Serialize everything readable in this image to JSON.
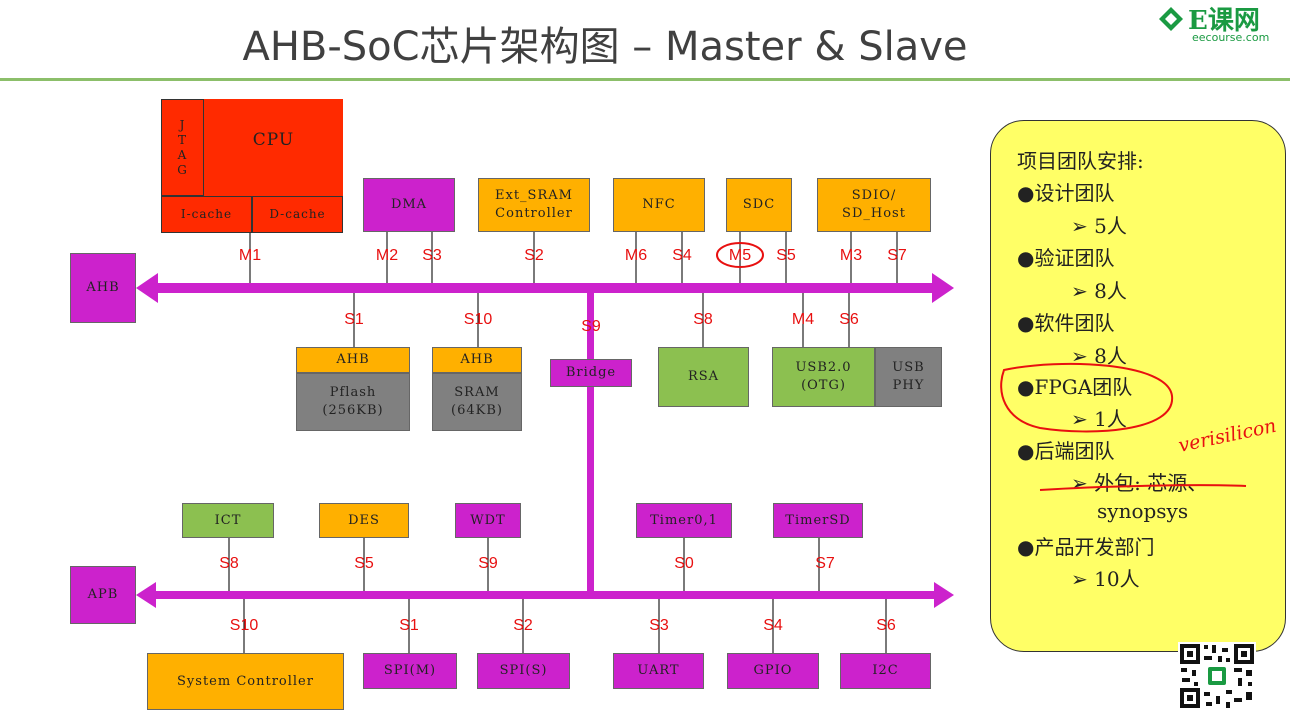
{
  "title": "AHB-SoC芯片架构图 – Master & Slave",
  "logo": {
    "brand": "E课网",
    "url_text": "eecourse.com"
  },
  "colors": {
    "magenta": "#cc22cc",
    "orange": "#ffb000",
    "green": "#8cc050",
    "gray": "#808080",
    "cpu_red": "#ff2a00",
    "label_red": "#e81010",
    "panel_yellow": "#ffff66",
    "rule_green": "#8cbf6a"
  },
  "buses": {
    "ahb": "AHB",
    "apb": "APB"
  },
  "cpu": {
    "jtag": "J\nT\nA\nG",
    "name": "CPU",
    "icache": "I-cache",
    "dcache": "D-cache"
  },
  "masters_top": {
    "dma": "DMA",
    "ext_sram": "Ext_SRAM\nController",
    "nfc": "NFC",
    "sdc": "SDC",
    "sdio": "SDIO/\nSD_Host"
  },
  "top_labels": {
    "m1": "M1",
    "m2": "M2",
    "s3a": "S3",
    "s2a": "S2",
    "m6": "M6",
    "s4a": "S4",
    "m5": "M5",
    "s5a": "S5",
    "m3": "M3",
    "s7a": "S7"
  },
  "ahb_lower_labels": {
    "s1": "S1",
    "s10": "S10",
    "s9": "S9",
    "s8": "S8",
    "m4": "M4",
    "s6": "S6"
  },
  "ahb_slaves": {
    "pflash_head": "AHB",
    "pflash_body": "Pflash\n(256KB)",
    "sram_head": "AHB",
    "sram_body": "SRAM\n(64KB)",
    "bridge": "Bridge",
    "rsa": "RSA",
    "usb": "USB2.0\n(OTG)",
    "usb_phy": "USB\nPHY"
  },
  "apb_top": {
    "ict": "ICT",
    "des": "DES",
    "wdt": "WDT",
    "timer01": "Timer0,1",
    "timersd": "TimerSD"
  },
  "apb_top_labels": {
    "s8": "S8",
    "s5": "S5",
    "s9": "S9",
    "s0": "S0",
    "s7": "S7"
  },
  "apb_bottom": {
    "sysctrl": "System Controller",
    "spim": "SPI(M)",
    "spis": "SPI(S)",
    "uart": "UART",
    "gpio": "GPIO",
    "i2c": "I2C"
  },
  "apb_bottom_labels": {
    "s10": "S10",
    "s1": "S1",
    "s2": "S2",
    "s3": "S3",
    "s4": "S4",
    "s6": "S6"
  },
  "team_panel": {
    "heading": "项目团队安排:",
    "l1": "●设计团队",
    "l2": "➢ 5人",
    "l3": "●验证团队",
    "l4": "➢ 8人",
    "l5": "●软件团队",
    "l6": "➢ 8人",
    "l7": "●FPGA团队",
    "l8": "➢ 1人",
    "l9": "●后端团队",
    "l10": "➢ 外包: 芯源、",
    "l11": "synopsys",
    "l12": "●产品开发部门",
    "l13": "➢ 10人"
  },
  "handwriting": "verisilicon"
}
